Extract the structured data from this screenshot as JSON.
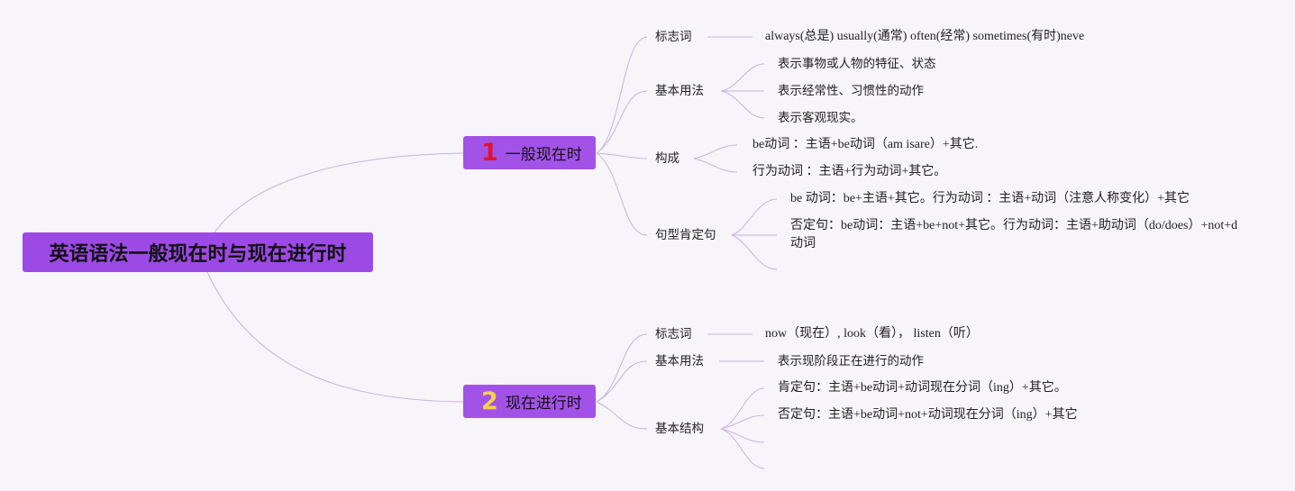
{
  "root": {
    "title": "英语语法一般现在时与现在进行时"
  },
  "branch1": {
    "number": "1",
    "title": "一般现在时",
    "signal": {
      "label": "标志词",
      "text": "always(总是) usually(通常) often(经常) sometimes(有时)neve"
    },
    "usage": {
      "label": "基本用法",
      "items": [
        "表示事物或人物的特征、状态",
        "表示经常性、习惯性的动作",
        "表示客观现实。"
      ]
    },
    "form": {
      "label": "构成",
      "items": [
        "be动词 ：主语+be动词（am isare）+其它.",
        "行为动词 ：主语+行为动词+其它。"
      ]
    },
    "affirm": {
      "label": "句型肯定句",
      "items": [
        "be 动词：be+主语+其它。行为动词 ：主语+动词（注意人称变化）+其它",
        "否定句：be动词：主语+be+not+其它。行为动词：主语+助动词（do/does）+not+d动词"
      ]
    }
  },
  "branch2": {
    "number": "2",
    "title": "现在进行时",
    "signal": {
      "label": "标志词",
      "text": "now（现在）, look（看）， listen（听）"
    },
    "usage": {
      "label": "基本用法",
      "text": "表示现阶段正在进行的动作"
    },
    "structure": {
      "label": "基本结构",
      "items": [
        "肯定句：主语+be动词+动词现在分词（ing）+其它。",
        "否定句：主语+be动词+not+动词现在分词（ing）+其它"
      ]
    }
  },
  "colors": {
    "root": "#9d49e6",
    "branch": "#a352e8",
    "line": "#c7b4dc",
    "num1": "#e2142d",
    "num2": "#f6cf4b"
  }
}
